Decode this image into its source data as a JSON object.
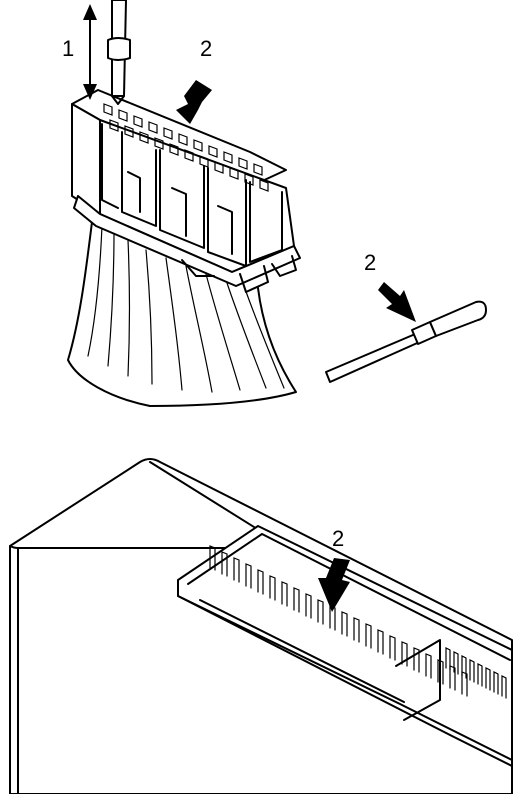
{
  "callouts": {
    "probe_motion": "1",
    "connector_terminal": "2",
    "loose_terminal": "2",
    "ecu_terminal": "2"
  },
  "colors": {
    "ink": "#000000",
    "paper": "#ffffff"
  }
}
